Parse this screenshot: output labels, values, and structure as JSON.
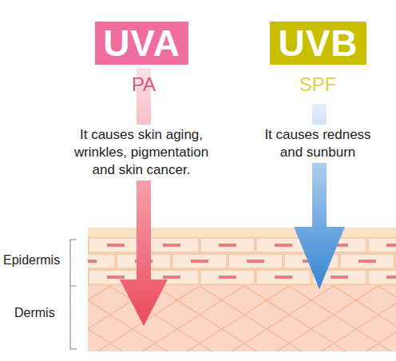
{
  "diagram": {
    "nodes": [
      {
        "text": [
          "UVA"
        ]
      },
      {
        "text": [
          "UVB"
        ]
      }
    ],
    "labels": [
      "PA",
      "It causes skin aging, wrinkles, pigmentation and skin cancer.",
      "SPF",
      "It causes redness and sunburn",
      "Epidermis",
      "Dermis"
    ]
  }
}
